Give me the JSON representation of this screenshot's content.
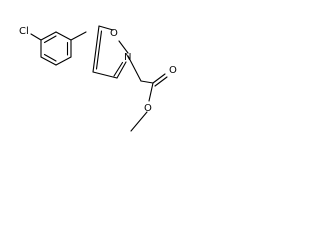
{
  "molecule": {
    "atoms": {
      "chlorine": "Cl",
      "ring_oxygen": "O",
      "ring_nitrogen": "N",
      "carbonyl_oxygen": "O",
      "ester_oxygen": "O"
    }
  }
}
